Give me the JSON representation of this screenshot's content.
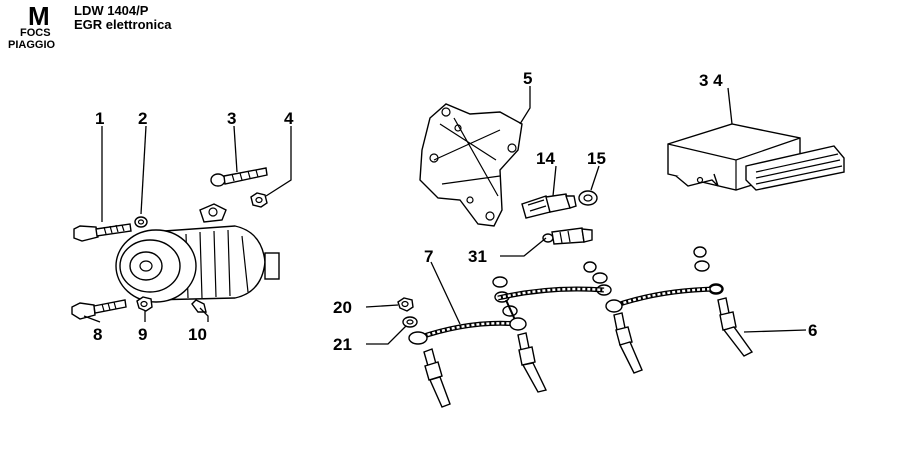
{
  "header": {
    "letter": "M",
    "code": "LDW 1404/P",
    "description": "EGR elettronica",
    "brand_line1": "FOCS",
    "brand_line2": "PIAGGIO"
  },
  "callouts": {
    "c1": "1",
    "c2": "2",
    "c3": "3",
    "c4": "4",
    "c5": "5",
    "c34": "3 4",
    "c14": "14",
    "c15": "15",
    "c7": "7",
    "c31": "31",
    "c20": "20",
    "c21": "21",
    "c8": "8",
    "c9": "9",
    "c10": "10",
    "c6": "6"
  }
}
